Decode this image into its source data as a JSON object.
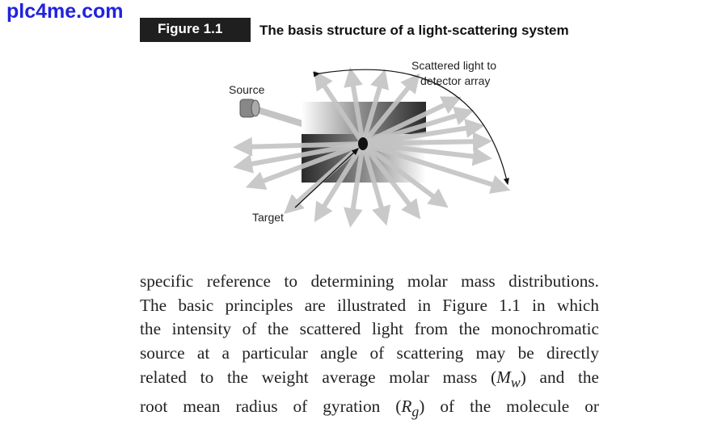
{
  "watermark": "plc4me.com",
  "figure": {
    "label": "Figure 1.1",
    "title": "The basis structure of a light-scattering system",
    "labels": {
      "source": "Source",
      "scattered_1": "Scattered light to",
      "scattered_2": "detector array",
      "target": "Target"
    }
  },
  "body": {
    "lines": [
      "specific reference to determining molar mass distributions.",
      "The basic principles are illustrated in Figure 1.1 in which",
      "the intensity of the scattered light from the monochromatic",
      "source at a particular angle of scattering may be directly"
    ],
    "line5_pre": "related to the weight average molar mass (",
    "line5_sym": "M",
    "line5_sub": "w",
    "line5_post": ") and the",
    "line6_pre": "root mean radius of gyration (",
    "line6_sym": "R",
    "line6_sub": "g",
    "line6_post": ") of the molecule or"
  }
}
